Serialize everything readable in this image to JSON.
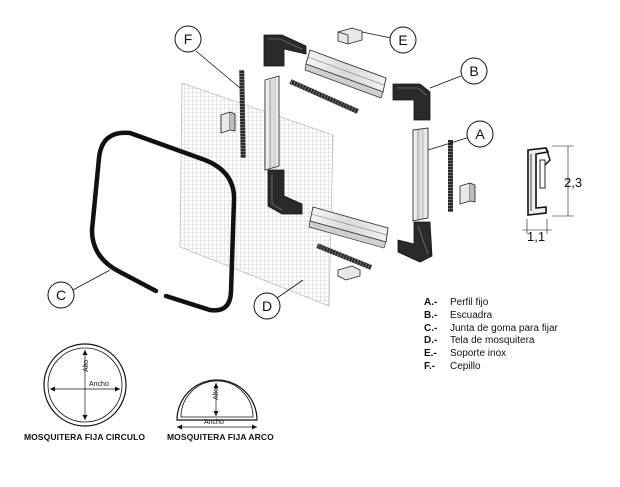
{
  "callouts": {
    "a": "A",
    "b": "B",
    "c": "C",
    "d": "D",
    "e": "E",
    "f": "F"
  },
  "legend": [
    {
      "key": "A.-",
      "text": "Perfil fijo"
    },
    {
      "key": "B.-",
      "text": "Escuadra"
    },
    {
      "key": "C.-",
      "text": "Junta de goma para fijar"
    },
    {
      "key": "D.-",
      "text": "Tela de mosquitera"
    },
    {
      "key": "E.-",
      "text": "Soporte inox"
    },
    {
      "key": "F.-",
      "text": "Cepillo"
    }
  ],
  "profile_dims": {
    "height": "2,3",
    "width": "1,1"
  },
  "circle_diagram": {
    "alto": "Alto",
    "ancho": "Ancho",
    "caption": "MOSQUITERA FIJA CIRCULO"
  },
  "arc_diagram": {
    "alto": "Alto",
    "ancho": "Ancho",
    "caption": "MOSQUITERA FIJA ARCO"
  },
  "colors": {
    "ink": "#111111",
    "mesh": "#b8b8b8",
    "profile": "#e4e4e4",
    "corner": "#2a2a2a"
  }
}
